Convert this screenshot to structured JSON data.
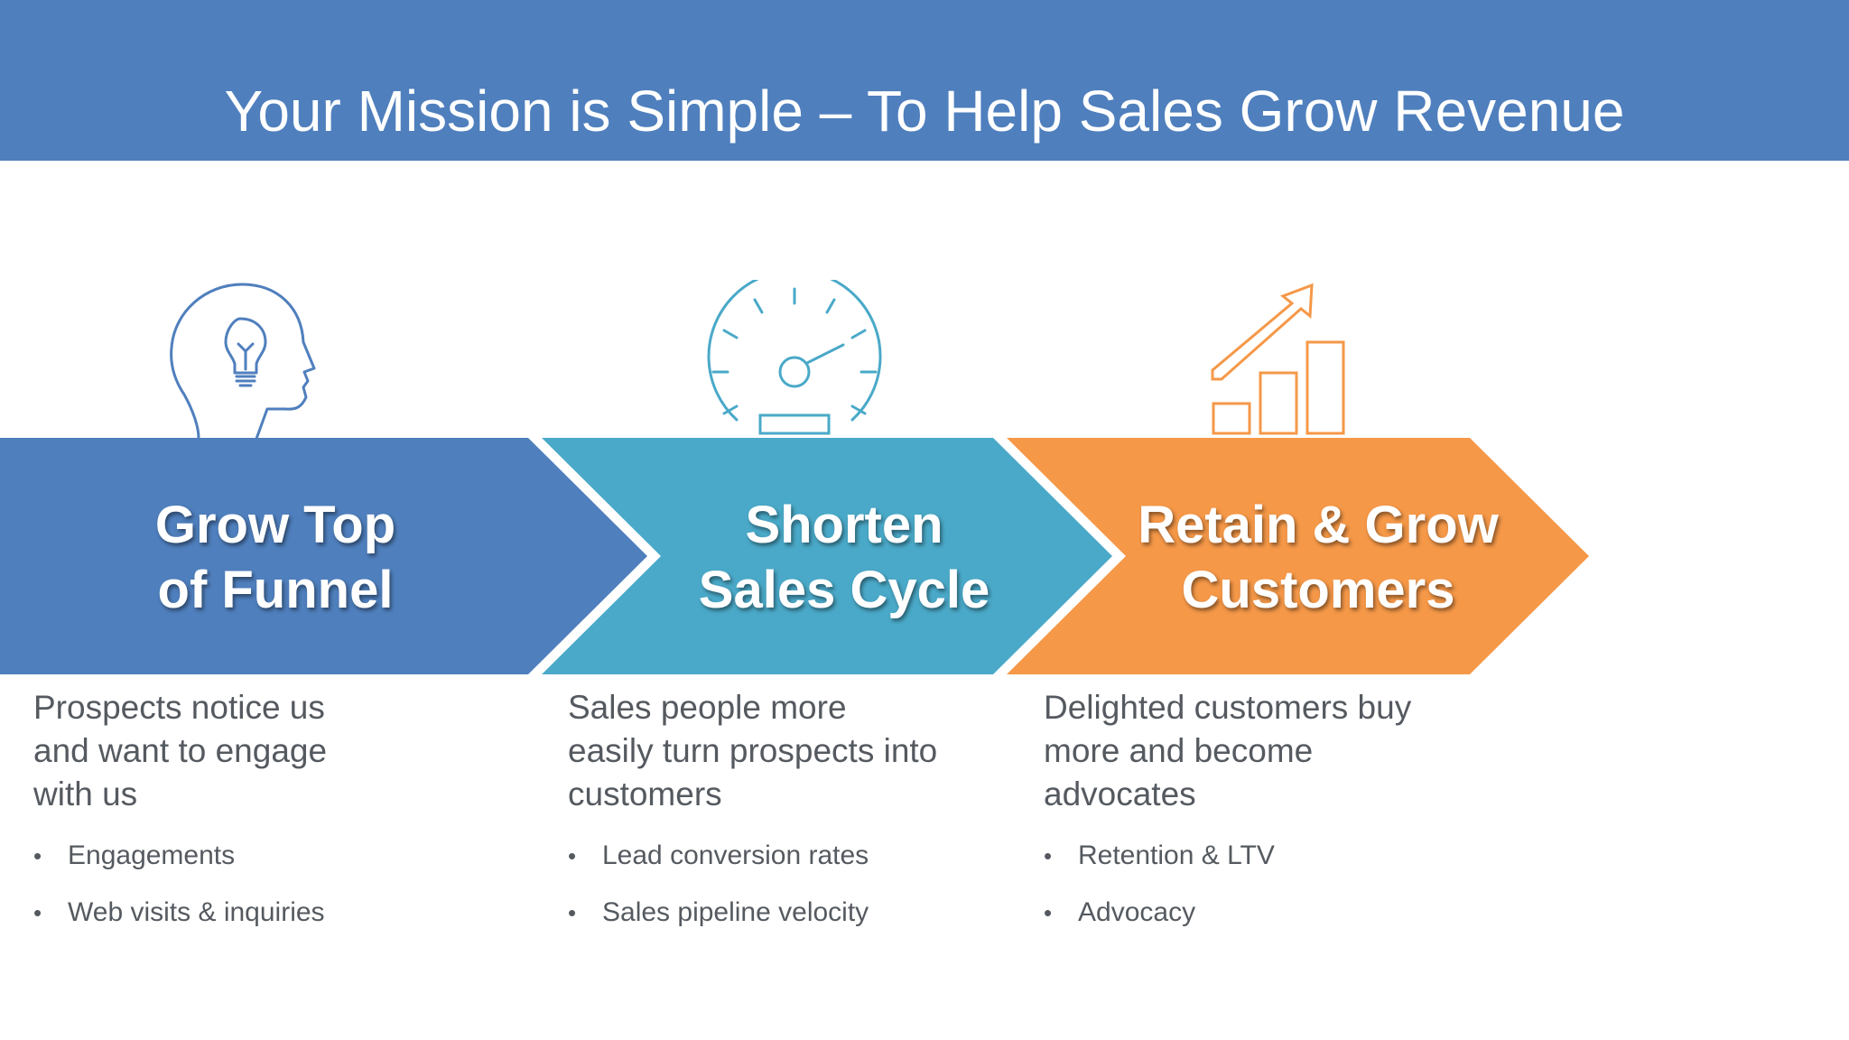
{
  "title": "Your Mission is Simple – To Help Sales Grow Revenue",
  "colors": {
    "header": "#4f7fbd",
    "stage1": "#4f7fbd",
    "stage2": "#4aa9c8",
    "stage3": "#f59848",
    "body_text": "#555a60"
  },
  "stages": [
    {
      "icon": "head-lightbulb-icon",
      "title_line1": "Grow Top",
      "title_line2": "of Funnel",
      "description_lines": [
        "Prospects notice us",
        "and want to engage",
        "with us"
      ],
      "bullets": [
        "Engagements",
        "Web visits & inquiries"
      ]
    },
    {
      "icon": "speedometer-icon",
      "title_line1": "Shorten",
      "title_line2": "Sales Cycle",
      "description_lines": [
        "Sales people more",
        "easily turn prospects into",
        "customers"
      ],
      "bullets": [
        "Lead conversion rates",
        "Sales pipeline velocity"
      ]
    },
    {
      "icon": "growth-chart-icon",
      "title_line1": "Retain & Grow",
      "title_line2": "Customers",
      "description_lines": [
        "Delighted customers buy",
        "more and become",
        "advocates"
      ],
      "bullets": [
        "Retention & LTV",
        "Advocacy"
      ]
    }
  ]
}
